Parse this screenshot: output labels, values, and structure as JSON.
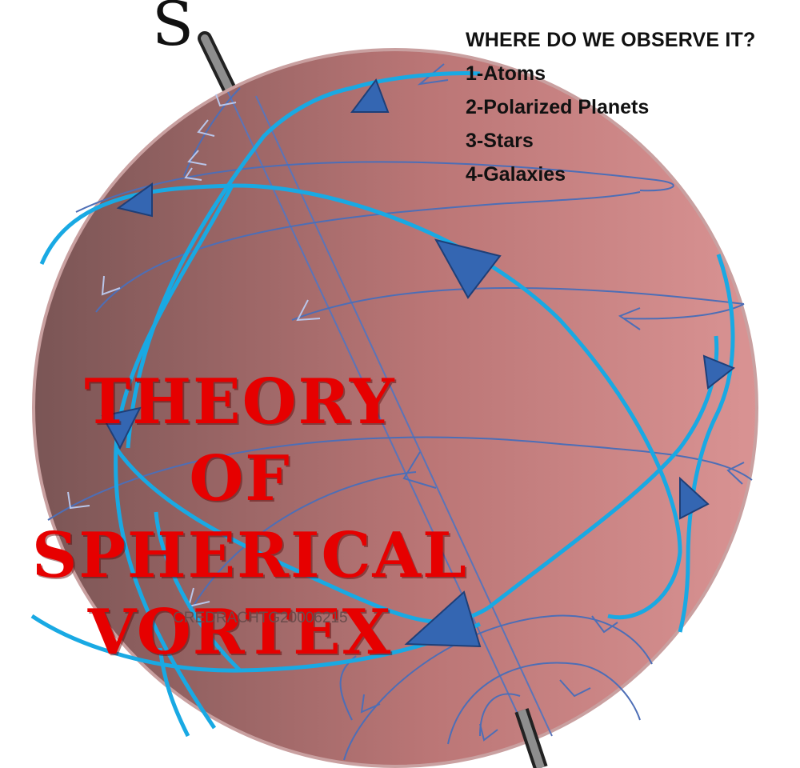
{
  "pole_label": "S",
  "observe": {
    "heading": "WHERE DO WE OBSERVE IT?",
    "items": [
      "1-Atoms",
      "2-Polarized Planets",
      "3-Stars",
      "4-Galaxies"
    ]
  },
  "title_lines": [
    "THEORY OF",
    "SPHERICAL",
    "VORTEX"
  ],
  "credit": "CREDRACHTG20006215",
  "colors": {
    "sphere_dark": "#7d5757",
    "sphere_light": "#d58f8f",
    "field_line": "#1aa8e2",
    "thin_line": "#4a6fb8",
    "title_red": "#e60000",
    "arrow_fill": "#2f63ae"
  }
}
